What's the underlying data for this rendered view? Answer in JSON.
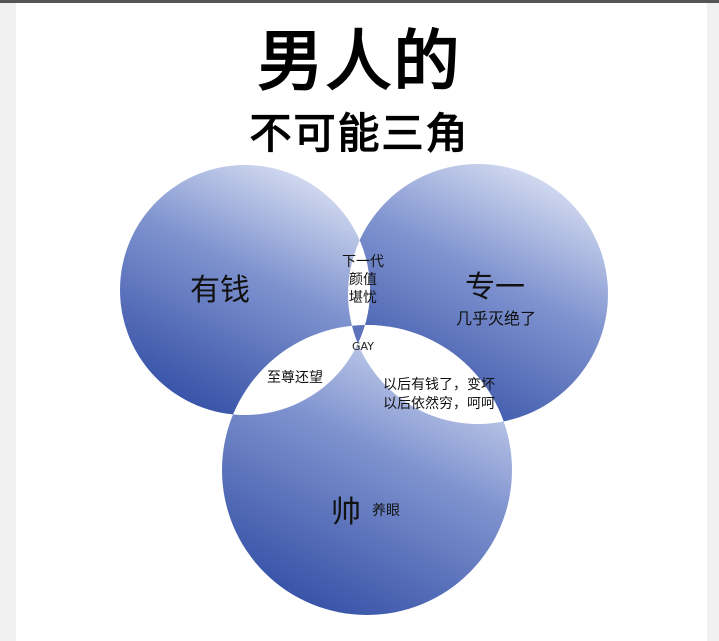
{
  "title": "男人的",
  "subtitle": "不可能三角",
  "circles": {
    "rich": "有钱",
    "loyal": "专一",
    "loyal_note": "几乎灭绝了",
    "handsome": "帅",
    "handsome_note": "养眼"
  },
  "intersections": {
    "rich_loyal": [
      "下一代",
      "颜值",
      "堪忧"
    ],
    "rich_handsome": "至尊还望",
    "loyal_handsome": [
      "以后有钱了，变坏",
      "以后依然穷，呵呵"
    ],
    "all_three": "GAY"
  },
  "colors": {
    "light": "#d4dcf2",
    "dark": "#3550a6"
  }
}
